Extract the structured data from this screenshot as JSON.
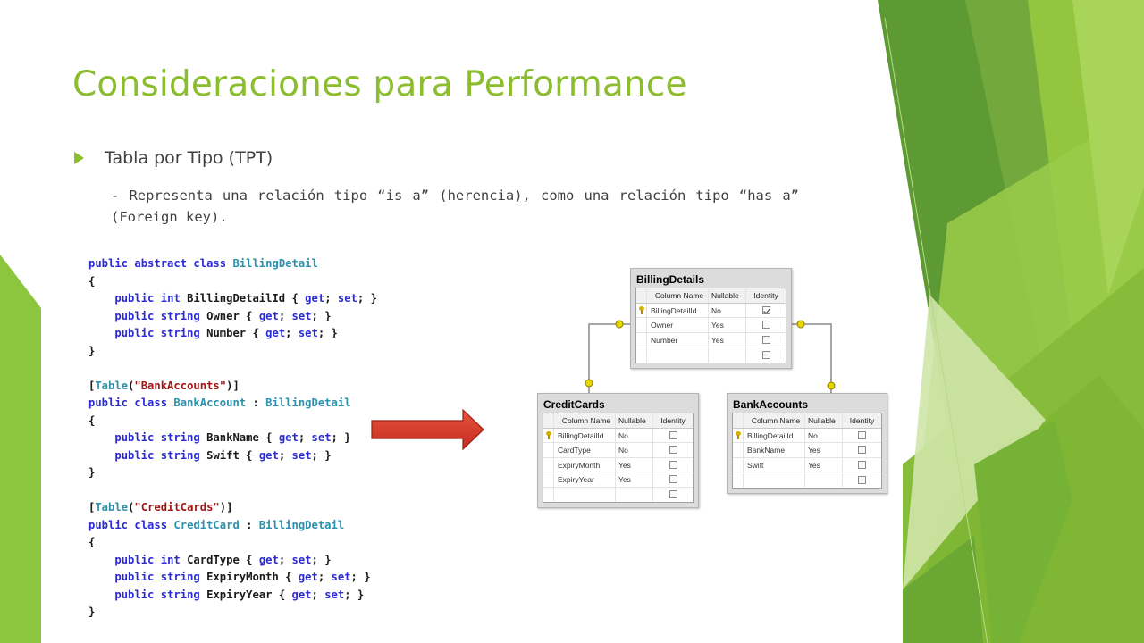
{
  "slide": {
    "title": "Consideraciones para Performance",
    "bullet": "Tabla por Tipo (TPT)",
    "description": "- Representa una relación tipo “is a” (herencia), como una relación tipo “has a” (Foreign key).",
    "accent_color": "#8cbd2e",
    "bullet_icon": "triangle-right-icon"
  },
  "code": {
    "lines": [
      "public abstract class BillingDetail",
      "{",
      "    public int BillingDetailId { get; set; }",
      "    public string Owner { get; set; }",
      "    public string Number { get; set; }",
      "}",
      "",
      "[Table(\"BankAccounts\")]",
      "public class BankAccount : BillingDetail",
      "{",
      "    public string BankName { get; set; }",
      "    public string Swift { get; set; }",
      "}",
      "",
      "[Table(\"CreditCards\")]",
      "public class CreditCard : BillingDetail",
      "{",
      "    public int CardType { get; set; }",
      "    public string ExpiryMonth { get; set; }",
      "    public string ExpiryYear { get; set; }",
      "}"
    ]
  },
  "arrow": {
    "icon": "red-arrow-right-icon",
    "color": "#d93a2b"
  },
  "diagram": {
    "columns": [
      "Column Name",
      "Nullable",
      "Identity"
    ],
    "tables": [
      {
        "id": "billing-details",
        "name": "BillingDetails",
        "rows": [
          {
            "key": true,
            "name": "BillingDetailId",
            "nullable": "No",
            "identity": true
          },
          {
            "key": false,
            "name": "Owner",
            "nullable": "Yes",
            "identity": false
          },
          {
            "key": false,
            "name": "Number",
            "nullable": "Yes",
            "identity": false
          },
          {
            "key": false,
            "name": "",
            "nullable": "",
            "identity": false
          }
        ]
      },
      {
        "id": "credit-cards",
        "name": "CreditCards",
        "rows": [
          {
            "key": true,
            "name": "BillingDetailId",
            "nullable": "No",
            "identity": false
          },
          {
            "key": false,
            "name": "CardType",
            "nullable": "No",
            "identity": false
          },
          {
            "key": false,
            "name": "ExpiryMonth",
            "nullable": "Yes",
            "identity": false
          },
          {
            "key": false,
            "name": "ExpiryYear",
            "nullable": "Yes",
            "identity": false
          },
          {
            "key": false,
            "name": "",
            "nullable": "",
            "identity": false
          }
        ]
      },
      {
        "id": "bank-accounts",
        "name": "BankAccounts",
        "rows": [
          {
            "key": true,
            "name": "BillingDetailId",
            "nullable": "No",
            "identity": false
          },
          {
            "key": false,
            "name": "BankName",
            "nullable": "Yes",
            "identity": false
          },
          {
            "key": false,
            "name": "Swift",
            "nullable": "Yes",
            "identity": false
          },
          {
            "key": false,
            "name": "",
            "nullable": "",
            "identity": false
          }
        ]
      }
    ]
  }
}
